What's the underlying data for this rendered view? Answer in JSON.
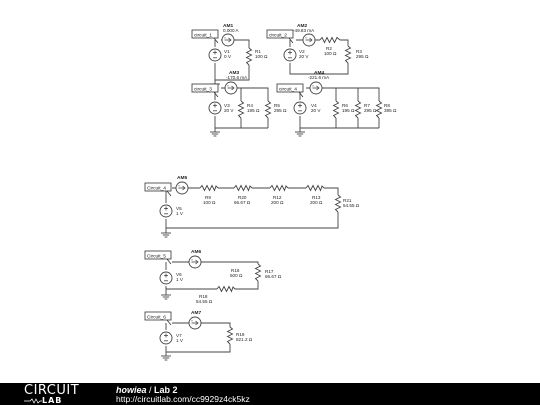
{
  "footer": {
    "logo_top": "CIRCUIT",
    "logo_bottom": "LAB",
    "user": "howiea",
    "separator": " / ",
    "project": "Lab 2",
    "url": "http://circuitlab.com/cc9929z4ck5kz"
  },
  "circuits": {
    "c1": {
      "tag": "circuit_1",
      "am_name": "AM1",
      "am_value": "0.000 A",
      "v_name": "V1",
      "v_value": "0 V",
      "r_name": "R1",
      "r_value": "100 Ω"
    },
    "c2": {
      "tag": "circuit_2",
      "am_name": "AM2",
      "am_value": "-49.83 mA",
      "v_name": "V2",
      "v_value": "20 V",
      "r2_name": "R2",
      "r2_value": "100 Ω",
      "r3_name": "R3",
      "r3_value": "295 Ω"
    },
    "c3": {
      "tag": "circuit_3",
      "am_name": "AM3",
      "am_value": "-170.6 mA",
      "v_name": "V3",
      "v_value": "20 V",
      "r4_name": "R4",
      "r4_value": "195 Ω",
      "r5_name": "R5",
      "r5_value": "295 Ω"
    },
    "c4": {
      "tag": "circuit_4",
      "am_name": "AM4",
      "am_value": "-221.6 mA",
      "v_name": "V4",
      "v_value": "20 V",
      "r6_name": "R6",
      "r6_value": "195 Ω",
      "r7_name": "R7",
      "r7_value": "295 Ω",
      "r8_name": "R8",
      "r8_value": "395 Ω"
    },
    "c5": {
      "tag": "Circuit_4",
      "am_name": "AM5",
      "v_name": "V5",
      "v_value": "1 V",
      "r9_name": "R9",
      "r9_value": "100 Ω",
      "r20_name": "R20",
      "r20_value": "66.67 Ω",
      "r12_name": "R12",
      "r12_value": "200 Ω",
      "r13_name": "R13",
      "r13_value": "200 Ω",
      "r21_name": "R21",
      "r21_value": "54.55 Ω"
    },
    "c6": {
      "tag": "Circuit_5",
      "am_name": "AM6",
      "v_name": "V6",
      "v_value": "1 V",
      "r16_name": "R16",
      "r16_value": "500 Ω",
      "r17_name": "R17",
      "r17_value": "66.67 Ω",
      "r18_name": "R18",
      "r18_value": "54.55 Ω"
    },
    "c7": {
      "tag": "Circuit_6",
      "am_name": "AM7",
      "v_name": "V7",
      "v_value": "1 V",
      "r19_name": "R19",
      "r19_value": "821.2 Ω"
    }
  }
}
